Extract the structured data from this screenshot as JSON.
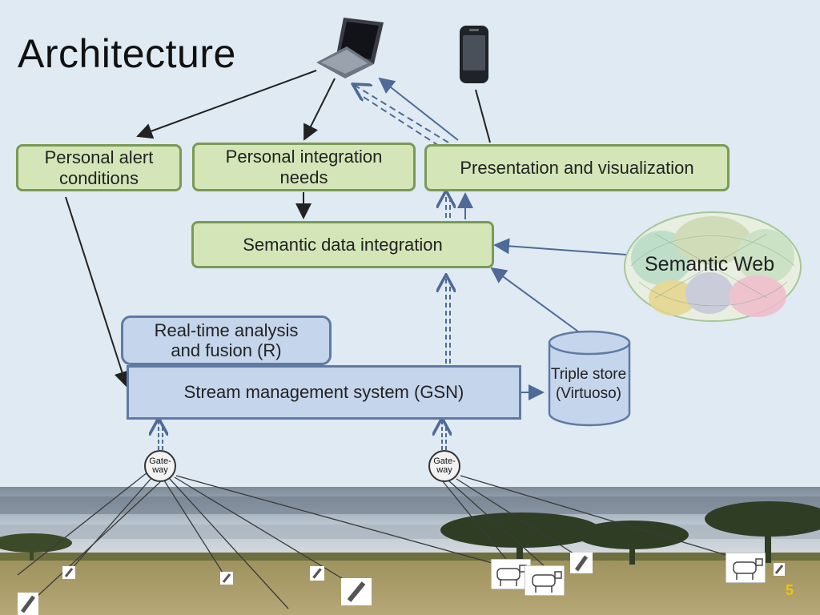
{
  "slide": {
    "title": "Architecture",
    "page_number": "5"
  },
  "boxes": {
    "alert": "Personal alert conditions",
    "integration_needs": "Personal integration needs",
    "presentation": "Presentation and visualization",
    "semantic_integration": "Semantic data integration",
    "realtime": "Real-time analysis and fusion (R)",
    "stream": "Stream management system (GSN)",
    "triple_store": "Triple store (Virtuoso)",
    "semantic_web": "Semantic Web",
    "gateway_left": "Gate-way",
    "gateway_right": "Gate-way"
  },
  "colors": {
    "green_fill": "#d4e6b8",
    "blue_fill": "#c5d5ec",
    "page_number": "#f2c200"
  },
  "icons": [
    "laptop-icon",
    "smartphone-icon",
    "sensor-icon",
    "cow-icon",
    "tree-icon"
  ]
}
